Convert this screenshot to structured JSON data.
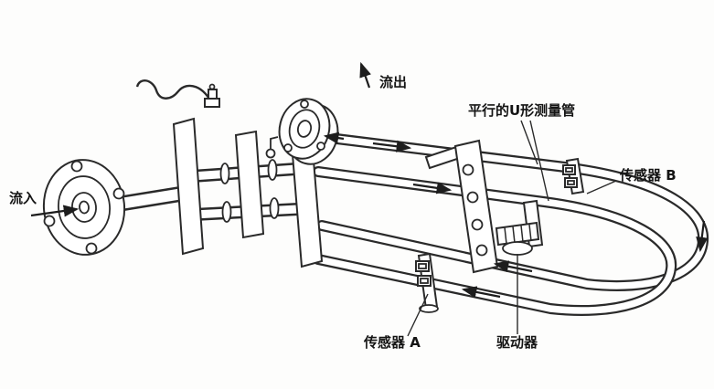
{
  "figure": {
    "description": "Coriolis mass flowmeter line diagram with parallel U-shaped measuring tubes",
    "background": "#fdfdfc",
    "line_color": "#2a2a2a",
    "labels": {
      "inlet": "流入",
      "outlet": "流出",
      "u_tubes": "平行的U形测量管",
      "sensor_b": "传感器 B",
      "sensor_a": "传感器 A",
      "driver": "驱动器"
    }
  }
}
